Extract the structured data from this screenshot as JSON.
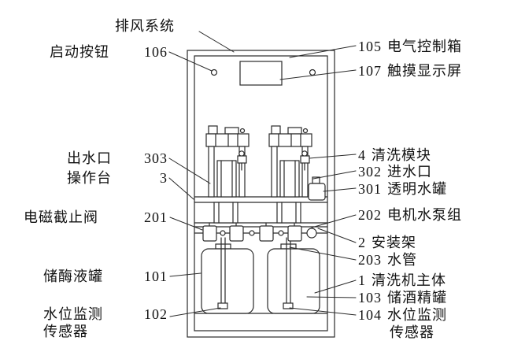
{
  "figure": {
    "background": "#ffffff",
    "line_color": "#2a2a2a",
    "text_color": "#111111",
    "description": "patent-style line drawing of a cleaning machine with numbered part labels"
  },
  "labels": {
    "left": [
      {
        "text": "排风系统",
        "num": ""
      },
      {
        "text": "启动按钮",
        "num": "106"
      },
      {
        "text": "出水口",
        "num": "303"
      },
      {
        "text": "操作台",
        "num": "3"
      },
      {
        "text": "电磁截止阀",
        "num": "201"
      },
      {
        "text": "储酶液罐",
        "num": "101"
      },
      {
        "text": "水位监测",
        "text2": "传感器",
        "num": "102"
      }
    ],
    "right": [
      {
        "num": "105",
        "text": "电气控制箱"
      },
      {
        "num": "107",
        "text": "触摸显示屏"
      },
      {
        "num": "4",
        "text": "清洗模块"
      },
      {
        "num": "302",
        "text": "进水口"
      },
      {
        "num": "301",
        "text": "透明水罐"
      },
      {
        "num": "202",
        "text": "电机水泵组"
      },
      {
        "num": "2",
        "text": "安装架"
      },
      {
        "num": "203",
        "text": "水管"
      },
      {
        "num": "1",
        "text": "清洗机主体"
      },
      {
        "num": "103",
        "text": "储酒精罐"
      },
      {
        "num": "104",
        "text": "水位监测",
        "text2": "传感器"
      }
    ]
  }
}
